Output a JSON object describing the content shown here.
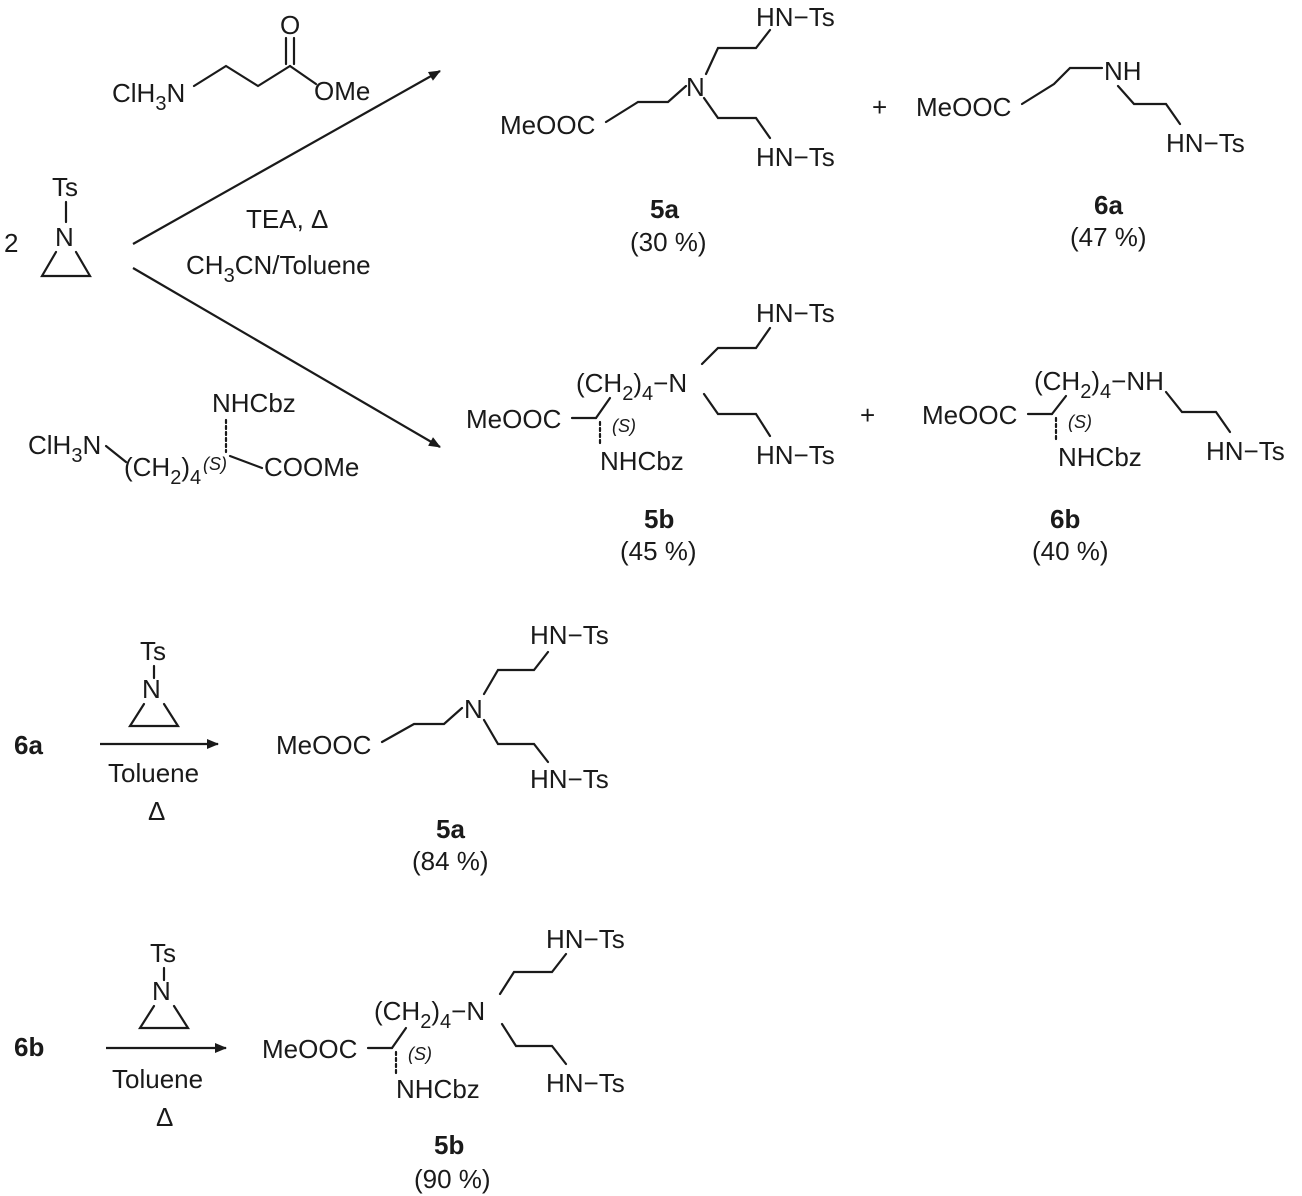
{
  "scheme": {
    "coef": "2",
    "ts": "Ts",
    "n": "N",
    "nh": "NH",
    "hn_ts": "HN−Ts",
    "plus": "+",
    "meooc": "MeOOC",
    "ome": "OMe",
    "o": "O",
    "cooome": "COOMe",
    "nhcbz": "NHCbz",
    "s_label": "(S)",
    "ch2_open": "(CH",
    "ch2_close": ")",
    "four": "4",
    "two": "2",
    "three": "3",
    "dash": "−",
    "clh3n": "ClH",
    "cond_top": "TEA, Δ",
    "cond_bottom_a": "CH",
    "cond_bottom_b": "CN/Toluene",
    "toluene": "Toluene",
    "delta": "Δ"
  },
  "compounds": {
    "c5a": {
      "name": "5a",
      "yield": "(30 %)"
    },
    "c6a": {
      "name": "6a",
      "yield": "(47 %)"
    },
    "c5b": {
      "name": "5b",
      "yield": "(45 %)"
    },
    "c6b": {
      "name": "6b",
      "yield": "(40 %)"
    },
    "r6a": {
      "name": "6a"
    },
    "p5a": {
      "name": "5a",
      "yield": "(84 %)"
    },
    "r6b": {
      "name": "6b"
    },
    "p5b": {
      "name": "5b",
      "yield": "(90 %)"
    }
  }
}
